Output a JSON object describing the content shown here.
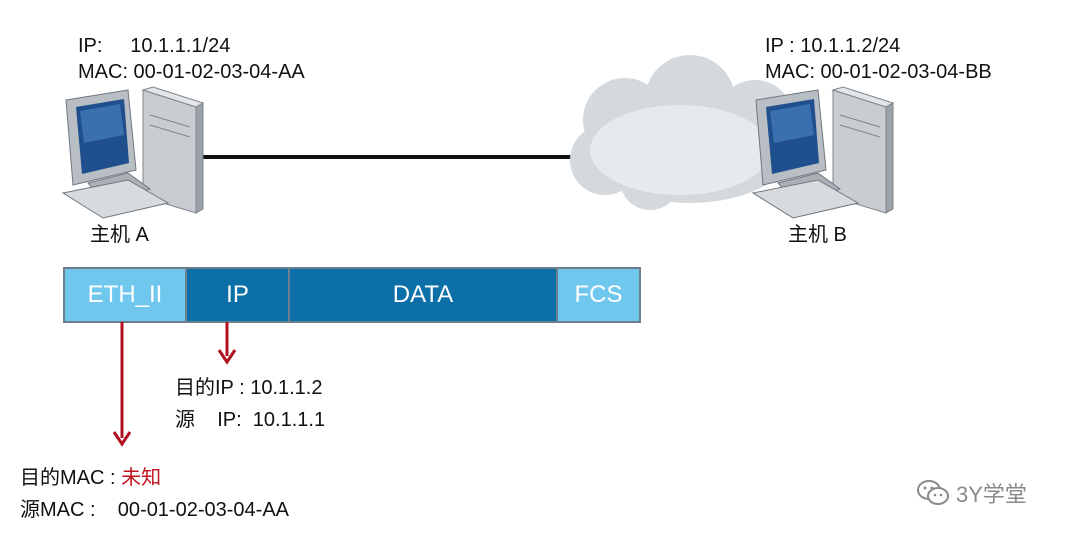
{
  "hostA": {
    "ip": "IP:     10.1.1.1/24",
    "mac": "MAC: 00-01-02-03-04-AA",
    "name": "主机 A"
  },
  "hostB": {
    "ip": "IP : 10.1.1.2/24",
    "mac": "MAC: 00-01-02-03-04-BB",
    "name": "主机 B"
  },
  "frame": {
    "segments": [
      {
        "label": "ETH_II",
        "style": "light"
      },
      {
        "label": "IP",
        "style": "dark"
      },
      {
        "label": "DATA",
        "style": "dark"
      },
      {
        "label": "FCS",
        "style": "light"
      }
    ]
  },
  "ip_info": {
    "dest": "目的IP : 10.1.1.2",
    "src": "源    IP:  10.1.1.1"
  },
  "mac_info": {
    "dest_label": "目的MAC : ",
    "dest_value": "未知",
    "src": "源MAC :    00-01-02-03-04-AA"
  },
  "watermark": "3Y学堂",
  "colors": {
    "arrow": "#b01020",
    "light": "#6fc7ee",
    "dark": "#0d6fa8",
    "unknown": "#c1121f"
  }
}
